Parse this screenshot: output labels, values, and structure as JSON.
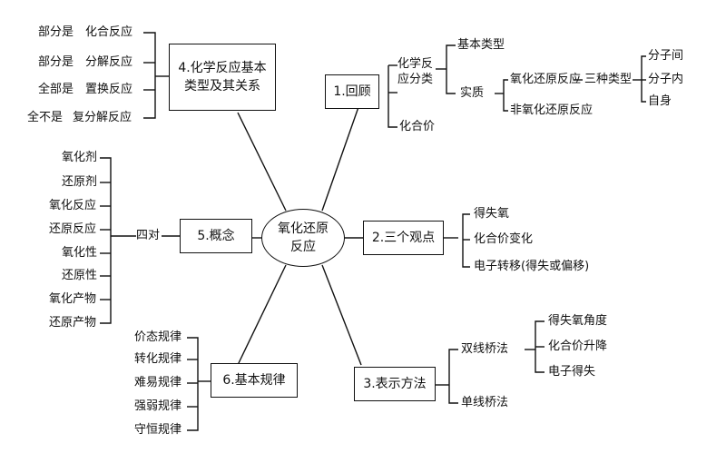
{
  "center": {
    "line1": "氧化还原",
    "line2": "反应"
  },
  "b1": {
    "label": "1.回顾",
    "branch_a": "化学反应分类",
    "a_basic": "基本类型",
    "a_real": "实质",
    "redox": "氧化还原反应",
    "non_redox": "非氧化还原反应",
    "three_types": "三种类型",
    "t1": "分子间",
    "t2": "分子内",
    "t3": "自身",
    "valence": "化合价"
  },
  "b2": {
    "label": "2.三个观点",
    "items": [
      "得失氧",
      "化合价变化",
      "电子转移(得失或偏移)"
    ]
  },
  "b3": {
    "label": "3.表示方法",
    "double": "双线桥法",
    "single": "单线桥法",
    "double_items": [
      "得失氧角度",
      "化合价升降",
      "电子得失"
    ]
  },
  "b4": {
    "label_line1": "4.化学反应基本",
    "label_line2": "类型及其关系",
    "rows": [
      {
        "prefix": "部分是",
        "type": "化合反应"
      },
      {
        "prefix": "部分是",
        "type": "分解反应"
      },
      {
        "prefix": "全部是",
        "type": "置换反应"
      },
      {
        "prefix": "全不是",
        "type": "复分解反应"
      }
    ]
  },
  "b5": {
    "label": "5.概念",
    "pair": "四对",
    "items": [
      "氧化剂",
      "还原剂",
      "氧化反应",
      "还原反应",
      "氧化性",
      "还原性",
      "氧化产物",
      "还原产物"
    ]
  },
  "b6": {
    "label": "6.基本规律",
    "items": [
      "价态规律",
      "转化规律",
      "难易规律",
      "强弱规律",
      "守恒规律"
    ]
  }
}
